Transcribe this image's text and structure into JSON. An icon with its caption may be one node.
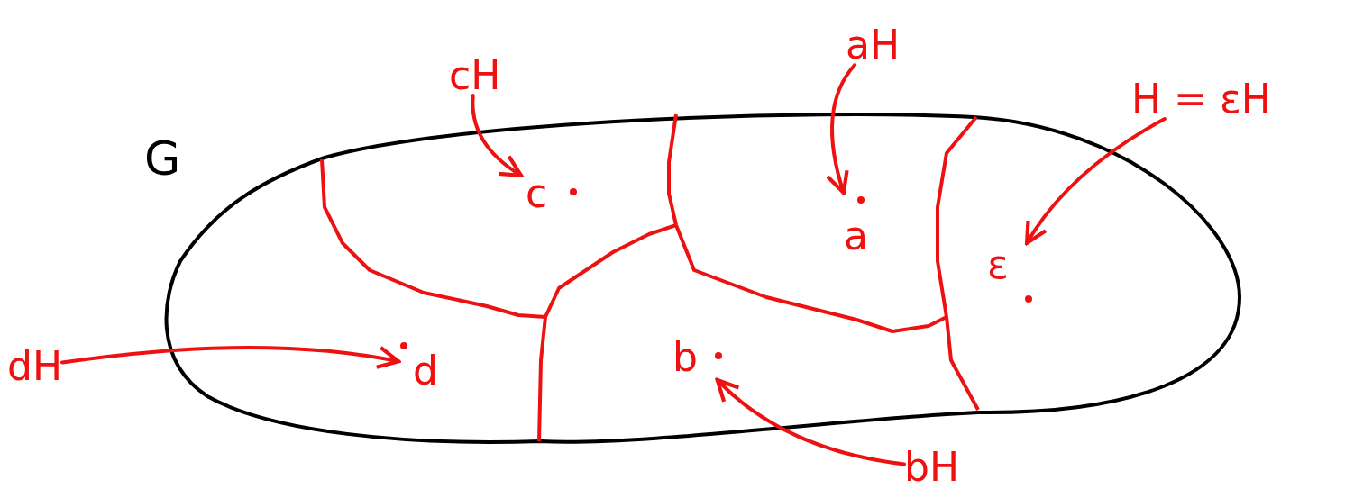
{
  "diagram": {
    "nodes": [
      {
        "text": [
          "G"
        ]
      },
      {
        "text": [
          "cH"
        ]
      },
      {
        "text": [
          "aH"
        ]
      },
      {
        "text": [
          "H = εH"
        ]
      },
      {
        "text": [
          "c"
        ],
        "in": 0
      },
      {
        "text": [
          "a"
        ],
        "in": 0
      },
      {
        "text": [
          "ε"
        ],
        "in": 0
      },
      {
        "text": [
          "dH"
        ]
      },
      {
        "text": [
          "d"
        ],
        "in": 0
      },
      {
        "text": [
          "b"
        ],
        "in": 0
      },
      {
        "text": [
          "bH"
        ]
      }
    ],
    "edges": [
      {
        "from": 1,
        "to": 4,
        "arrow": "to"
      },
      {
        "from": 2,
        "to": 5,
        "arrow": "to"
      },
      {
        "from": 3,
        "to": 6,
        "arrow": "to"
      },
      {
        "from": 7,
        "to": 8,
        "arrow": "to"
      },
      {
        "from": 10,
        "to": 9,
        "arrow": "to"
      }
    ]
  }
}
